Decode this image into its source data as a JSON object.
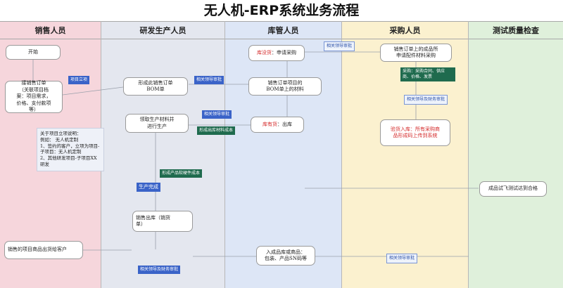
{
  "title": "无人机-ERP系统业务流程",
  "lanes": {
    "sales": "销售人员",
    "rd": "研发生产人员",
    "warehouse": "库管人员",
    "purchase": "采购人员",
    "qa": "测试质量检查"
  },
  "nodes": {
    "start": "开始",
    "receive_order": "接销售订单\n（关联项目档\n案：项目需求，\n价格、支付款项\n等）",
    "bom": "形成此销售订单\nBOM单",
    "pick_material": "领取生产材料并\n进行生产",
    "sales_out": "销售出库（销货\n单）",
    "deliver": "销售的项目商品出货给客户",
    "request_purchase_prefix": "库没货",
    "request_purchase": "：申请采购",
    "bom_material": "销售订单项目的\nBOM单上的材料",
    "out_stock_prefix": "库有货",
    "out_stock": "：出库",
    "warehouse_in": "入成品库或商品：\n包装、产品SN码等",
    "purchase_request": "销售订单上的成品所\n申请配件材料采购",
    "purchase_in": "验货入库：所有采购商\n品形成码上传到系统",
    "flight_test": "成品试飞测试达到合格"
  },
  "labels": {
    "project_establish": "项目立项",
    "leader_approve_1": "相关领导审批",
    "leader_approve_2": "相关领导审批",
    "leader_approve_3": "相关领导审批",
    "leader_approve_4": "相关领导审批",
    "finance_approve_1": "相关领导及财务审批",
    "finance_approve_2": "相关领导及财务审批",
    "material_cost": "形成出库材料成本",
    "hw_sw_cost": "形成产品软硬件成本",
    "production_done": "生产完成",
    "purchase_contract": "采购：采购合同、供应\n商、价格、发票"
  },
  "note": "关于项目立项说明：\n例如：  无人机定制\n1、签约的客户，立项为项目-\n子项目：无人机定制\n2、其他研发项目-子项目XX\n研发",
  "colors": {
    "sales_bg": "#f6d6dc",
    "rd_bg": "#e4e7ef",
    "warehouse_bg": "#dde6f6",
    "purchase_bg": "#fbf1cf",
    "qa_bg": "#dff0db",
    "accent_blue": "#3a63c8",
    "accent_green": "#1f6b4e",
    "accent_red": "#d42a2a"
  }
}
